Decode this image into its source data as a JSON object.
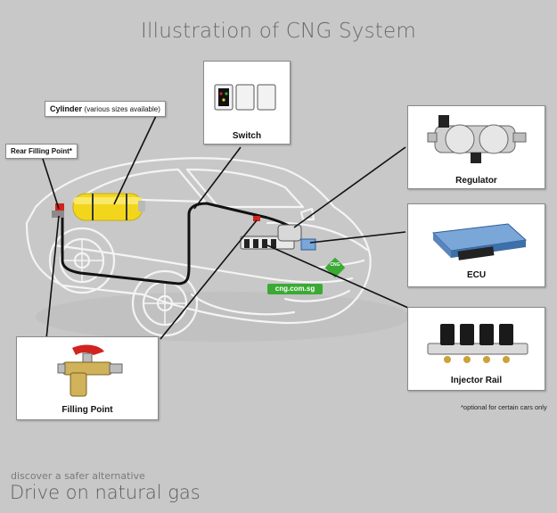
{
  "title": "Illustration of CNG System",
  "callouts": {
    "cylinder": {
      "label": "Cylinder",
      "sub": "(various sizes available)"
    },
    "rear_filling_point": {
      "label": "Rear Filling Point*"
    },
    "switch": {
      "label": "Switch"
    },
    "regulator": {
      "label": "Regulator"
    },
    "ecu": {
      "label": "ECU"
    },
    "injector_rail": {
      "label": "Injector Rail"
    },
    "filling_point": {
      "label": "Filling Point"
    }
  },
  "car_plate_text": "cng.com.sg",
  "cng_badge_text": "CNG",
  "footnote": "*optional for certain cars only",
  "tagline": {
    "small": "discover a safer alternative",
    "big": "Drive on natural gas"
  },
  "colors": {
    "background": "#c8c8c8",
    "cylinder": "#f2d61c",
    "plate": "#3aaa35",
    "accent_red": "#d2231e",
    "ecu_blue": "#7aa6d8"
  }
}
